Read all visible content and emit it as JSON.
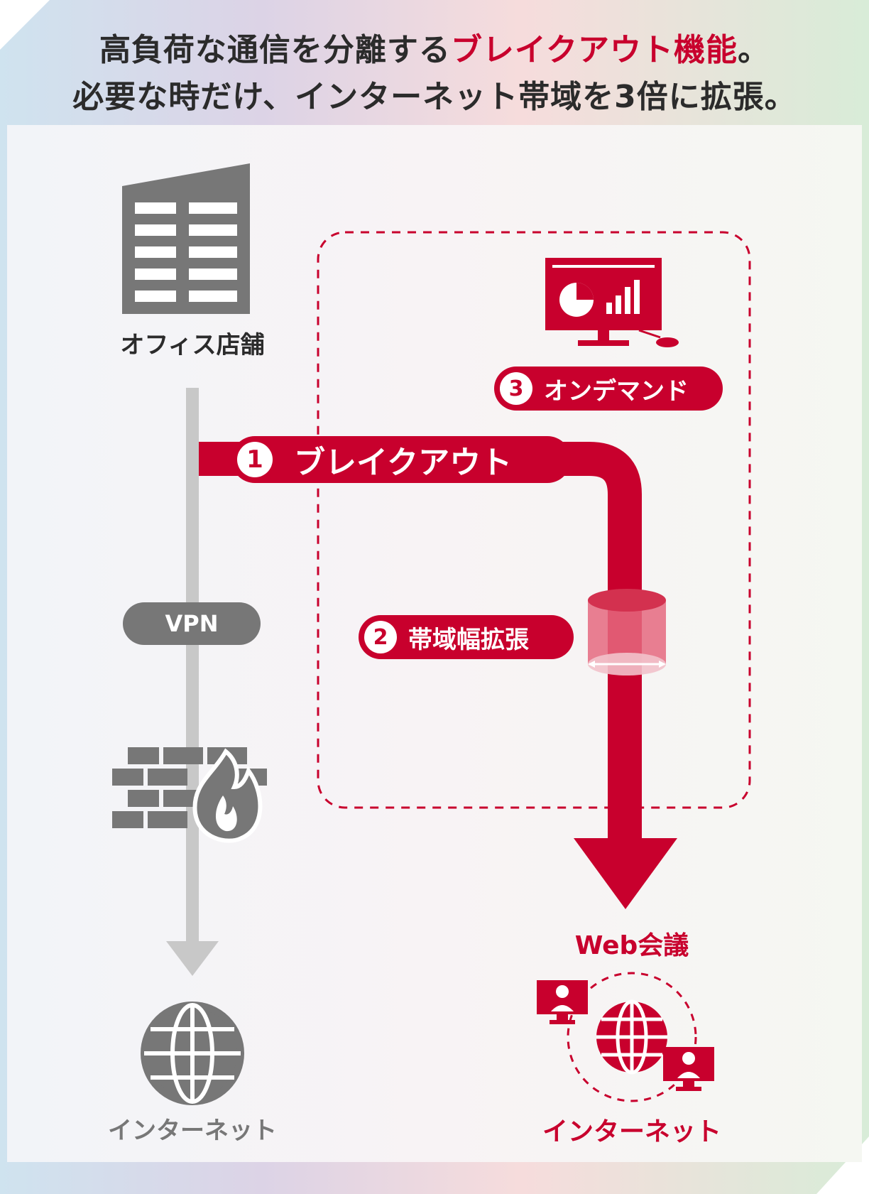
{
  "header": {
    "line1_pre": "高負荷な通信を分離する",
    "line1_highlight": "ブレイクアウト機能",
    "line1_post": "。",
    "line2": "必要な時だけ、インターネット帯域を3倍に拡張。"
  },
  "left": {
    "office_label": "オフィス店舗",
    "vpn_label": "VPN",
    "internet_label": "インターネット"
  },
  "right": {
    "step1": {
      "num": "1",
      "label": "ブレイクアウト"
    },
    "step2": {
      "num": "2",
      "label": "帯域幅拡張"
    },
    "step3": {
      "num": "3",
      "label": "オンデマンド"
    },
    "web_label": "Web会議",
    "internet_label": "インターネット"
  },
  "colors": {
    "accent": "#c8002d",
    "gray": "#777777",
    "light_gray": "#c8c8c8",
    "text": "#2b2b2b"
  },
  "icons": [
    "building-icon",
    "firewall-icon",
    "globe-icon",
    "monitor-chart-icon",
    "bandwidth-cylinder-icon",
    "person-monitor-icon"
  ]
}
